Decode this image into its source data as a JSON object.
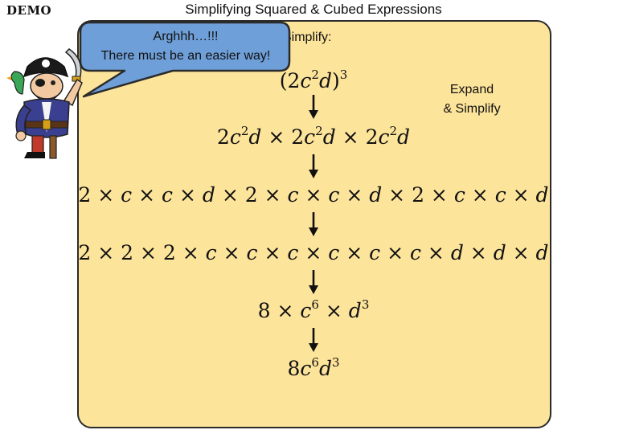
{
  "header": {
    "demo_label": "DEMO",
    "title": "Simplifying Squared & Cubed Expressions"
  },
  "panel": {
    "instruction": "Simplify:",
    "side_note_line1": "Expand",
    "side_note_line2": "& Simplify"
  },
  "speech_bubble": {
    "line1": "Arghhh…!!!",
    "line2": "There must be an easier way!"
  },
  "steps": [
    {
      "expression": "(2c²d)³"
    },
    {
      "expression": "2c²d × 2c²d × 2c²d"
    },
    {
      "expression": "2 × c × c × d × 2 × c × c × d × 2 × c × c × d"
    },
    {
      "expression": "2 × 2 × 2 × c × c × c × c × c × c × d × d × d"
    },
    {
      "expression": "8 × c⁶ × d³"
    },
    {
      "expression": "8c⁶d³"
    }
  ],
  "colors": {
    "panel_fill": "#fde49b",
    "bubble_fill": "#6f9fd8",
    "border": "#2b2b2b"
  },
  "icons": {
    "pirate": "pirate-character-icon",
    "arrow": "down-arrow-icon"
  }
}
